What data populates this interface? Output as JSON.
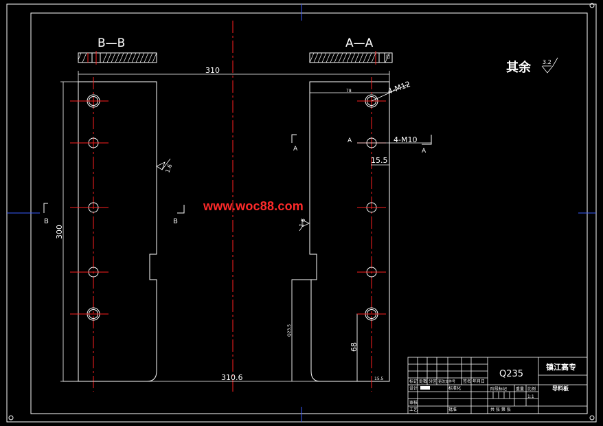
{
  "watermark": "www.woc88.com",
  "views": {
    "left_section": "B—B",
    "right_section": "A—A",
    "left_marker": "B",
    "right_marker": "A"
  },
  "roughness": {
    "label": "其余",
    "value_main": "3.2",
    "value_a": "1.6",
    "value_b": "1.6"
  },
  "dimensions": {
    "top_width": "310",
    "bottom_width": "310.6",
    "height": "300",
    "hole_thread_top": "4-M12",
    "hole_thread_mid": "4-M10",
    "offset_small": "78",
    "offset_mid": "15.5",
    "offset_bottom": "15.5",
    "slot_height": "68",
    "slot_small": "Q23.5"
  },
  "title_block": {
    "material": "Q235",
    "school": "镇江高专",
    "part_name": "导料板",
    "scale": "1:1",
    "row_labels": [
      "标记",
      "处数",
      "分区",
      "更改文件号",
      "签名",
      "年月日"
    ],
    "design": "设计",
    "standardization": "标准化",
    "review": "审核",
    "process": "工艺",
    "approve": "批准",
    "stage_mark": "阶段标记",
    "weight": "重量",
    "scale_label": "比例",
    "sheets": "共  张  第  张"
  }
}
